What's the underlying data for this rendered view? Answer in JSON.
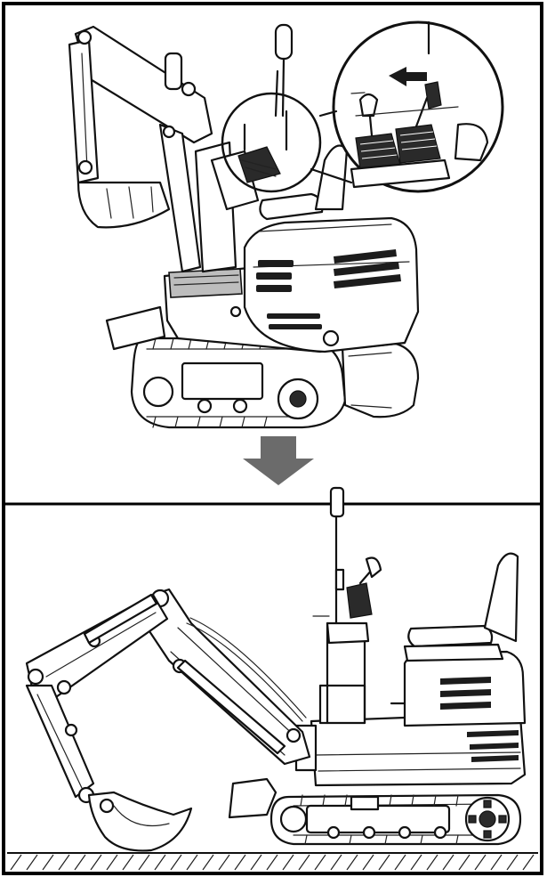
{
  "diagram": {
    "panels": [
      "control-lever-detail",
      "excavator-transport-position",
      "excavator-working-position"
    ],
    "arrows": [
      {
        "name": "push-lever-arrow",
        "color": "#1a1a1a"
      },
      {
        "name": "transition-arrow",
        "color": "#6b6b6b"
      }
    ],
    "colors": {
      "outline": "#111111",
      "frame": "#000000",
      "arrow_grey": "#6b6b6b",
      "background": "#ffffff"
    }
  }
}
